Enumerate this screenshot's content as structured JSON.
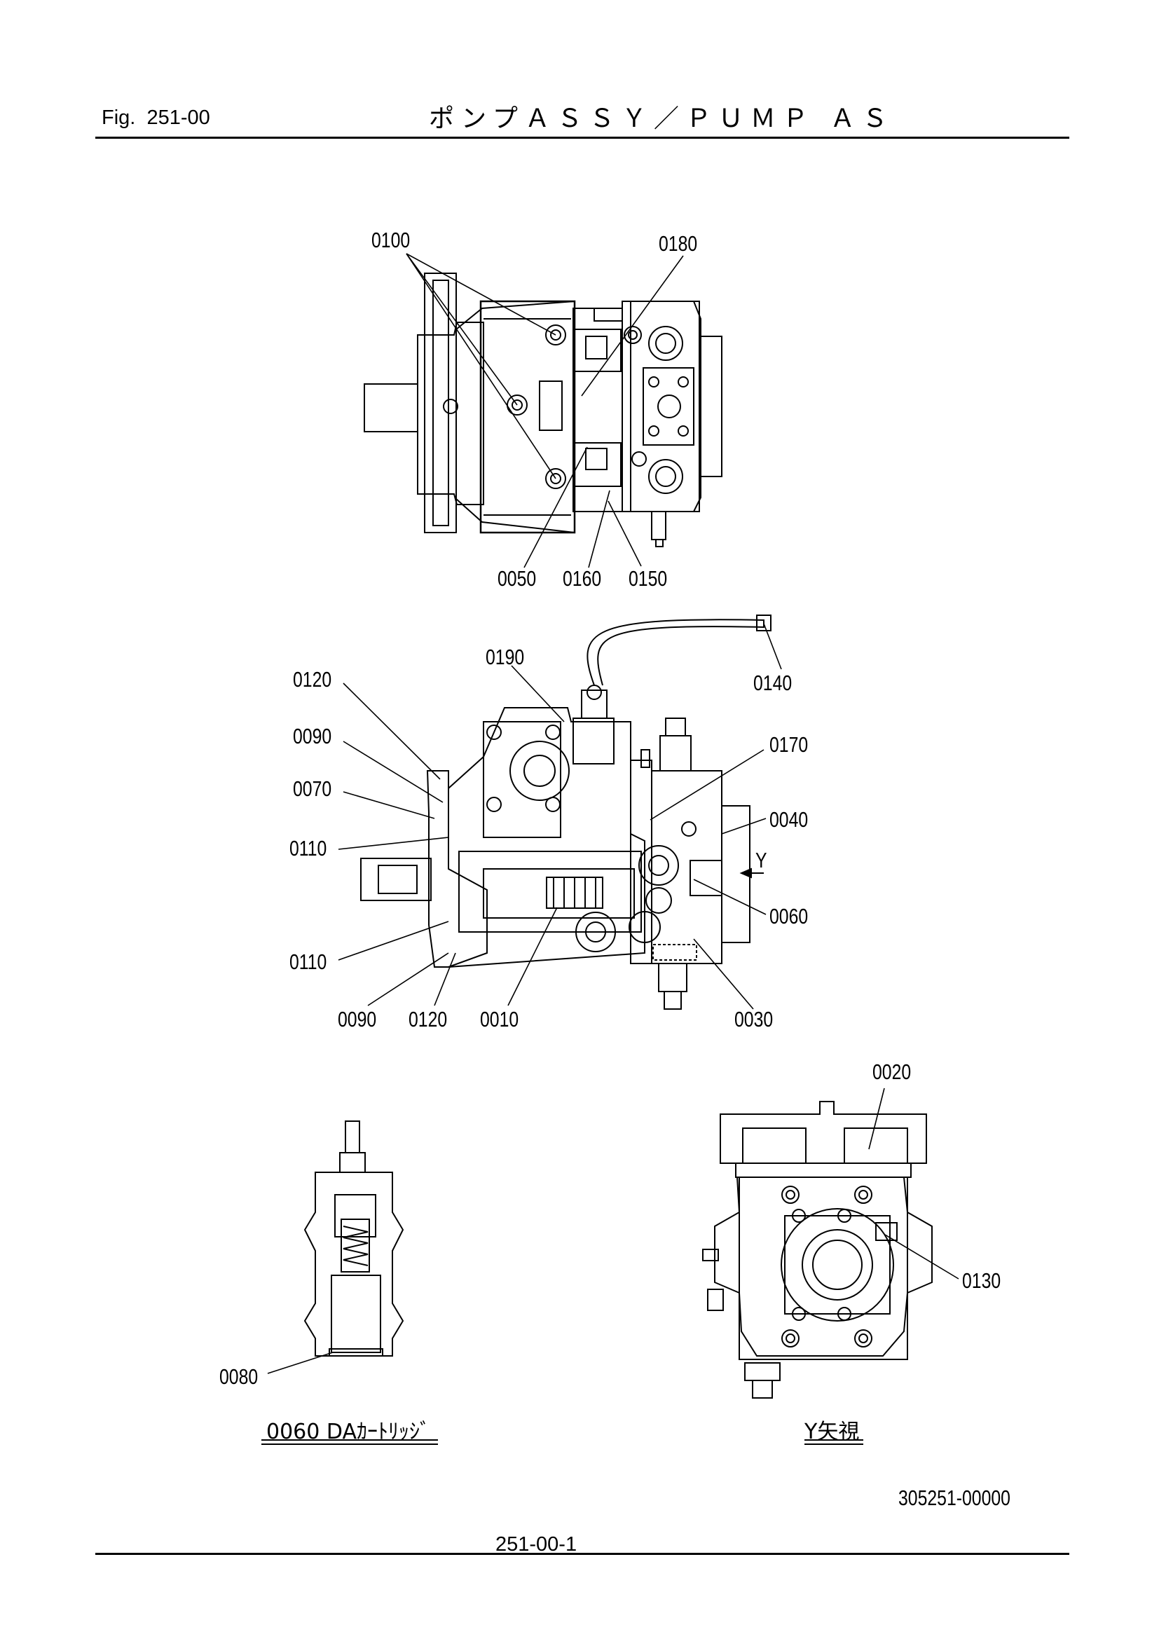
{
  "header": {
    "fig_label": "Fig.",
    "fig_number": "251-00",
    "title": "ポンプＡＳＳＹ／ＰＵＭＰ ＡＳ"
  },
  "callouts": {
    "c0100": "0100",
    "c0180": "0180",
    "c0050": "0050",
    "c0160": "0160",
    "c0150": "0150",
    "c0190": "0190",
    "c0140": "0140",
    "c0120a": "0120",
    "c0090a": "0090",
    "c0070": "0070",
    "c0110a": "0110",
    "c0170": "0170",
    "c0040": "0040",
    "c0060": "0060",
    "c0110b": "0110",
    "c0090b": "0090",
    "c0120b": "0120",
    "c0010": "0010",
    "c0030": "0030",
    "c0020": "0020",
    "c0130": "0130",
    "c0080": "0080",
    "arrow_y": "Y"
  },
  "captions": {
    "da_cartridge": "0060 DAｶｰﾄﾘｯｼﾞ",
    "y_view": "Y矢視"
  },
  "footer": {
    "drawing_number": "305251-00000",
    "page_number": "251-00-1"
  }
}
